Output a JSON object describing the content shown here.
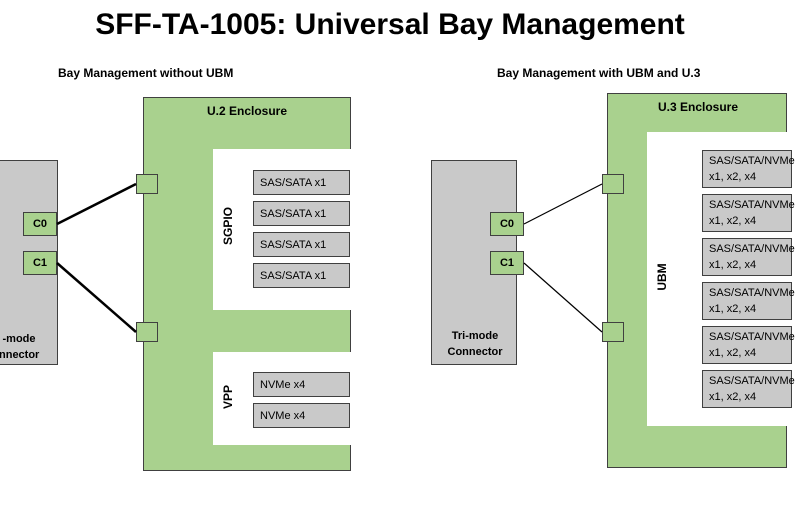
{
  "title": "SFF-TA-1005: Universal Bay Management",
  "left": {
    "subtitle": "Bay Management without UBM",
    "enclosure_label": "U.2 Enclosure",
    "connector_label": "-mode\nnnector",
    "ports": [
      "C0",
      "C1"
    ],
    "sgpio_label": "SGPIO",
    "sgpio_slots": [
      "SAS/SATA x1",
      "SAS/SATA x1",
      "SAS/SATA x1",
      "SAS/SATA x1"
    ],
    "vpp_label": "VPP",
    "vpp_slots": [
      "NVMe x4",
      "NVMe x4"
    ]
  },
  "right": {
    "subtitle": "Bay Management with UBM and U.3",
    "enclosure_label": "U.3 Enclosure",
    "connector_label": "Tri-mode\nConnector",
    "ports": [
      "C0",
      "C1"
    ],
    "ubm_label": "UBM",
    "slots": [
      "SAS/SATA/NVMe\nx1, x2, x4",
      "SAS/SATA/NVMe\nx1, x2, x4",
      "SAS/SATA/NVMe\nx1, x2, x4",
      "SAS/SATA/NVMe\nx1, x2, x4",
      "SAS/SATA/NVMe\nx1, x2, x4",
      "SAS/SATA/NVMe\nx1, x2, x4"
    ]
  }
}
